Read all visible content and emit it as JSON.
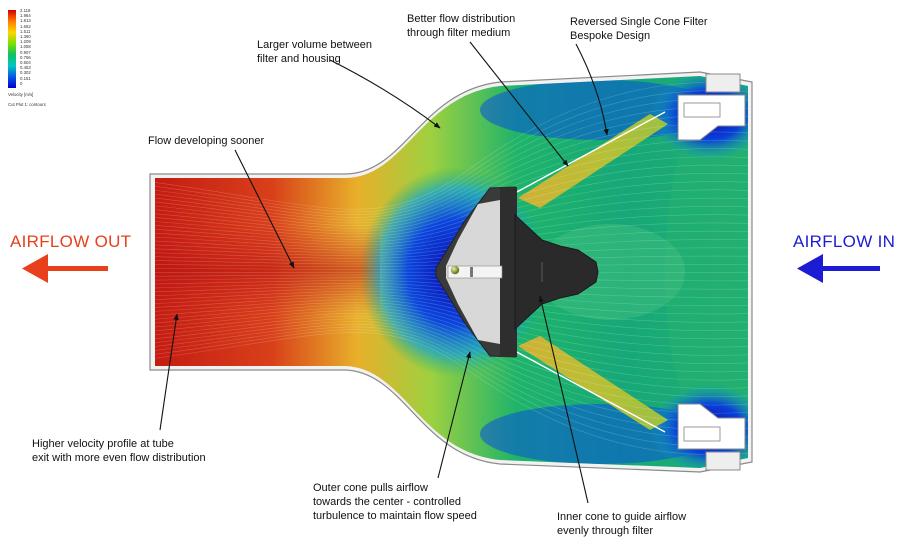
{
  "legend": {
    "values": [
      "2.118",
      "1.964",
      "1.813",
      "1.662",
      "1.511",
      "1.360",
      "1.209",
      "1.058",
      "0.907",
      "0.756",
      "0.604",
      "0.453",
      "0.302",
      "0.151",
      "0"
    ],
    "caption": "Velocity [m/s]",
    "plot_label": "Cut Plot 1: contours",
    "colors": [
      "#d40000",
      "#ff7a00",
      "#ffd500",
      "#7ee000",
      "#12c060",
      "#00c8c0",
      "#0a55e6",
      "#0000c8"
    ]
  },
  "labels": {
    "airflow_out": "AIRFLOW OUT",
    "airflow_in": "AIRFLOW IN",
    "larger_volume": [
      "Larger volume between",
      "filter and housing"
    ],
    "better_flow": [
      "Better flow distribution",
      "through filter medium"
    ],
    "reversed_cone": [
      "Reversed Single Cone Filter",
      "Bespoke Design"
    ],
    "flow_developing": [
      "Flow developing sooner"
    ],
    "higher_velocity": [
      "Higher velocity profile at tube",
      "exit with more even flow distribution"
    ],
    "outer_cone": [
      "Outer cone pulls airflow",
      "towards the center - controlled",
      "turbulence to maintain flow speed"
    ],
    "inner_cone": [
      "Inner cone to guide airflow",
      "evenly through filter"
    ]
  },
  "colors": {
    "airflow_out": "#e8401c",
    "airflow_in": "#1c1cd4",
    "hot": "#c81e10",
    "warm": "#e8a020",
    "mid": "#2eb45c",
    "cool": "#0a6ee0",
    "cold": "#0a14b4"
  }
}
